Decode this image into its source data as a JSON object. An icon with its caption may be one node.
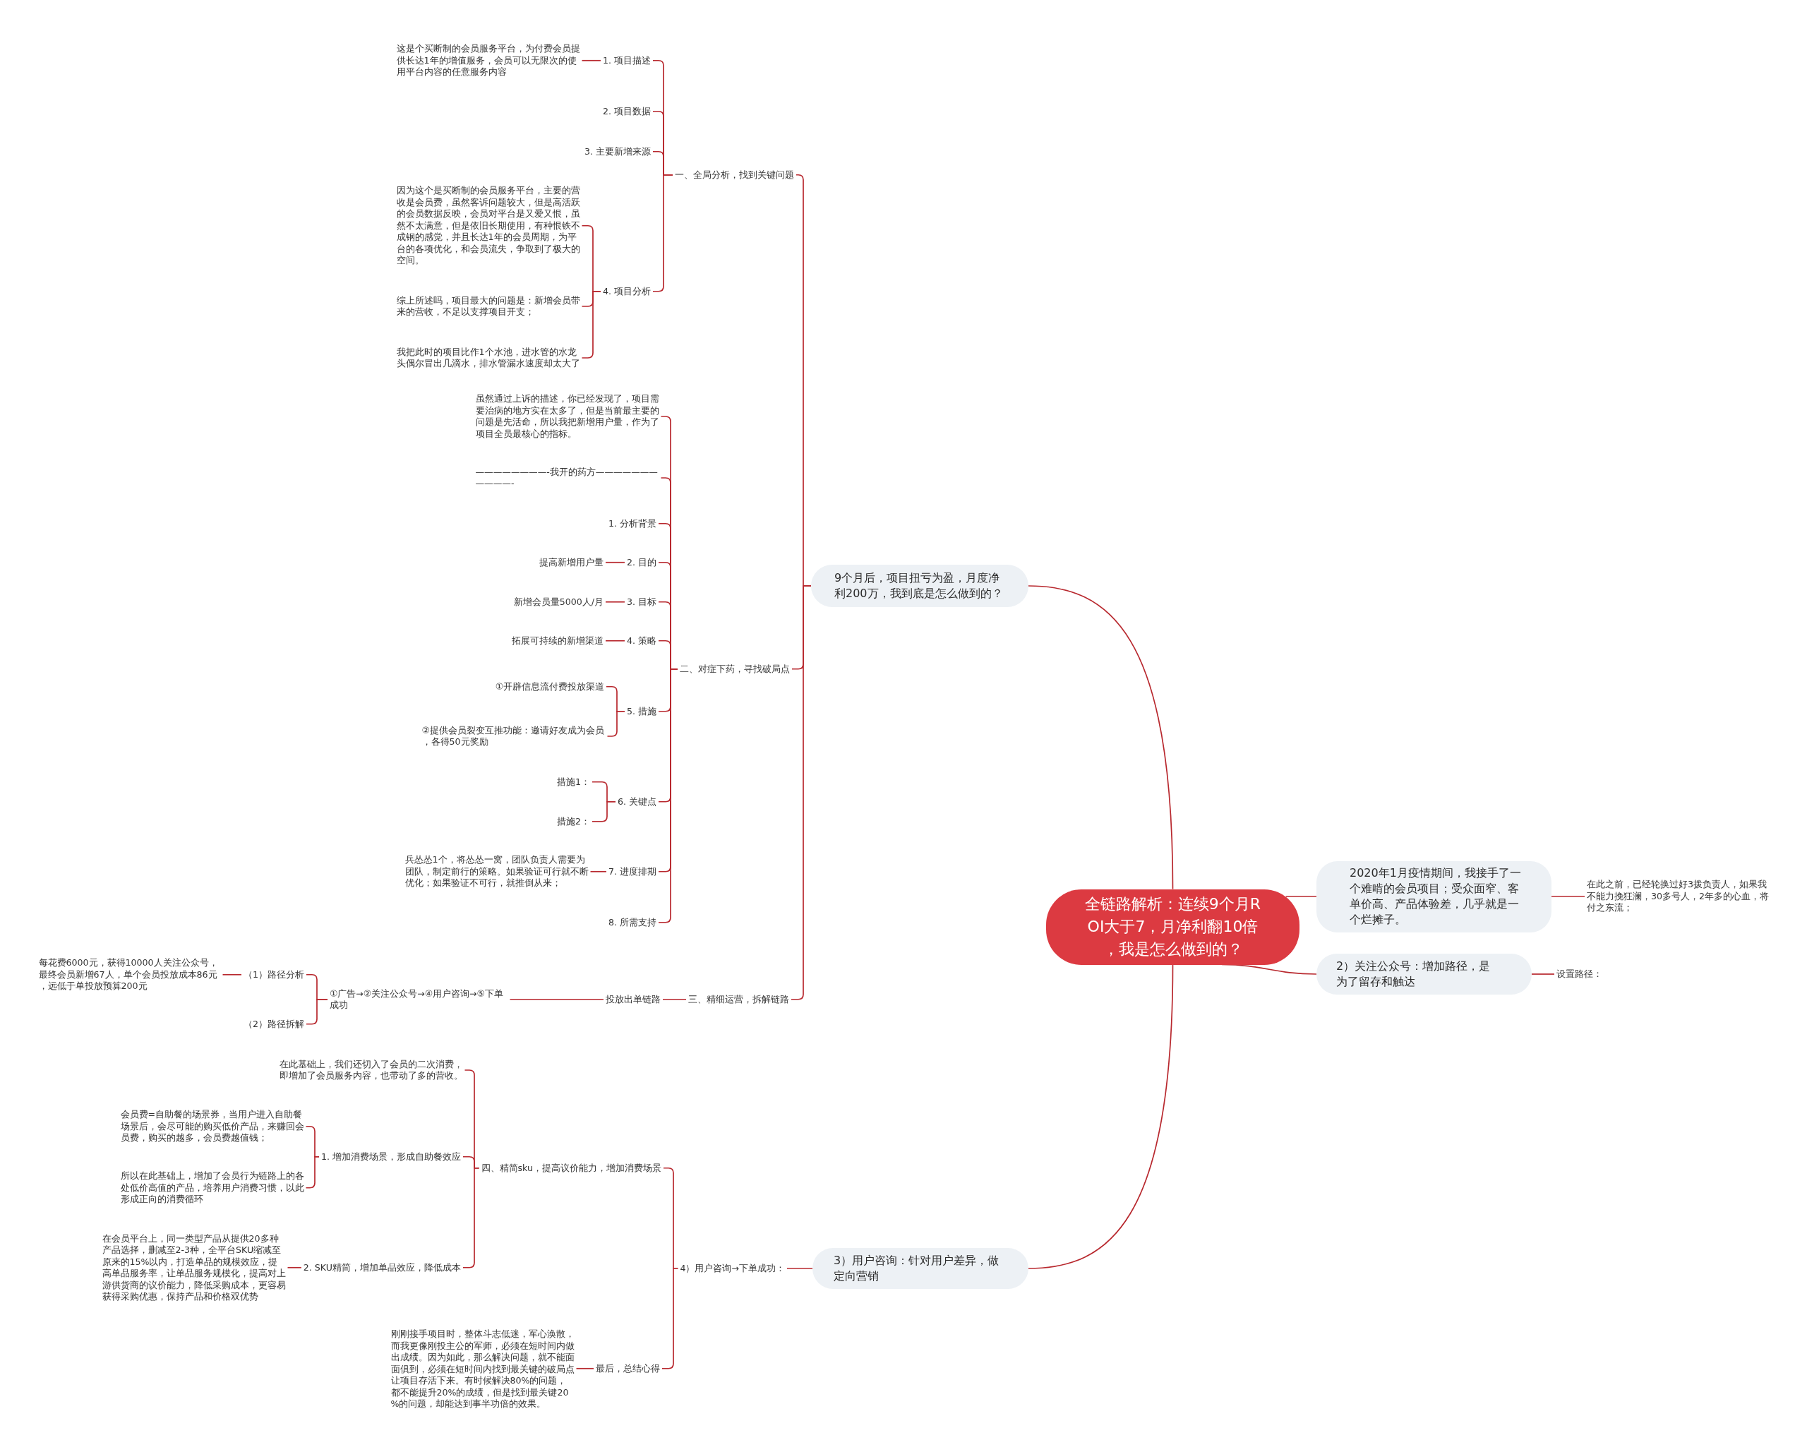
{
  "diagram": {
    "nodes": [
      {
        "text": [
          "全链路解析：连续9个月ROI大于7，月净利翻10倍，我是怎么做到的？"
        ]
      },
      {
        "text": [
          "9个月后，项目扭亏为盈，月度净利200万，我到底是怎么做到的？"
        ]
      },
      {
        "text": [
          "一、全局分析，找到关键问题"
        ]
      },
      {
        "text": [
          "1. 项目描述"
        ]
      },
      {
        "text": [
          "这是个买断制的会员服务平台，为付费会员提供长达1年的增值服务，会员可以无限次的使用平台内容的任意服务内容"
        ]
      },
      {
        "text": [
          "2. 项目数据"
        ]
      },
      {
        "text": [
          "3. 主要新增来源"
        ]
      },
      {
        "text": [
          "4. 项目分析"
        ]
      },
      {
        "text": [
          "因为这个是买断制的会员服务平台，主要的营收是会员费，虽然客诉问题较大，但是高活跃的会员数据反映，会员对平台是又爱又恨，虽然不太满意，但是依旧长期使用，有种恨铁不成钢的感觉，并且长达1年的会员周期，为平台的各项优化，和会员流失，争取到了极大的空间。"
        ]
      },
      {
        "text": [
          "综上所述吗，项目最大的问题是：新增会员带来的营收，不足以支撑项目开支；"
        ]
      },
      {
        "text": [
          "我把此时的项目比作1个水池，进水管的水龙头偶尔冒出几滴水，排水管漏水速度却太大了"
        ]
      },
      {
        "text": [
          "二、对症下药，寻找破局点"
        ]
      },
      {
        "text": [
          "虽然通过上诉的描述，你已经发现了，项目需要治病的地方实在太多了，但是当前最主要的问题是先活命，所以我把新增用户量，作为了项目全员最核心的指标。"
        ]
      },
      {
        "text": [
          "————————-我开的药方———————————-"
        ]
      },
      {
        "text": [
          "1. 分析背景"
        ]
      },
      {
        "text": [
          "2. 目的"
        ]
      },
      {
        "text": [
          "提高新增用户量"
        ]
      },
      {
        "text": [
          "3. 目标"
        ]
      },
      {
        "text": [
          "新增会员量5000人/月"
        ]
      },
      {
        "text": [
          "4. 策略"
        ]
      },
      {
        "text": [
          "拓展可持续的新增渠道"
        ]
      },
      {
        "text": [
          "5. 措施"
        ]
      },
      {
        "text": [
          "①开辟信息流付费投放渠道"
        ]
      },
      {
        "text": [
          "②提供会员裂变互推功能：邀请好友成为会员，各得50元奖励"
        ]
      },
      {
        "text": [
          "6. 关键点"
        ]
      },
      {
        "text": [
          "措施1："
        ]
      },
      {
        "text": [
          "措施2："
        ]
      },
      {
        "text": [
          "7. 进度排期"
        ]
      },
      {
        "text": [
          "兵怂怂1个，将怂怂一窝，团队负责人需要为团队，制定前行的策略。如果验证可行就不断优化；如果验证不可行，就推倒从来；"
        ]
      },
      {
        "text": [
          "8. 所需支持"
        ]
      },
      {
        "text": [
          "三、精细运营，拆解链路"
        ]
      },
      {
        "text": [
          "投放出单链路"
        ]
      },
      {
        "text": [
          "①广告→②关注公众号→④用户咨询→⑤下单成功"
        ]
      },
      {
        "text": [
          "（1）路径分析"
        ]
      },
      {
        "text": [
          "每花费6000元，获得10000人关注公众号，最终会员新增67人，单个会员投放成本86元，远低于单投放预算200元"
        ]
      },
      {
        "text": [
          "（2）路径拆解"
        ]
      },
      {
        "text": [
          "2020年1月疫情期间，我接手了一个难啃的会员项目；受众面窄、客单价高、产品体验差，几乎就是一个烂摊子。"
        ]
      },
      {
        "text": [
          "在此之前，已经轮换过好3拨负责人，如果我不能力挽狂澜，30多号人，2年多的心血，将付之东流；"
        ]
      },
      {
        "text": [
          "2）关注公众号：增加路径，是为了留存和触达"
        ]
      },
      {
        "text": [
          "设置路径："
        ]
      },
      {
        "text": [
          "3）用户咨询：针对用户差异，做定向营销"
        ]
      },
      {
        "text": [
          "4）用户咨询→下单成功："
        ]
      },
      {
        "text": [
          "四、精简sku，提高议价能力，增加消费场景"
        ]
      },
      {
        "text": [
          "在此基础上，我们还切入了会员的二次消费，即增加了会员服务内容，也带动了多的营收。"
        ]
      },
      {
        "text": [
          "1. 增加消费场景，形成自助餐效应"
        ]
      },
      {
        "text": [
          "会员费=自助餐的场景券，当用户进入自助餐场景后，会尽可能的购买低价产品，来赚回会员费，购买的越多，会员费越值钱；"
        ]
      },
      {
        "text": [
          "所以在此基础上，增加了会员行为链路上的各处低价高值的产品，培养用户消费习惯，以此形成正向的消费循环"
        ]
      },
      {
        "text": [
          "2. SKU精简，增加单品效应，降低成本"
        ]
      },
      {
        "text": [
          "在会员平台上，同一类型产品从提供20多种产品选择，删减至2-3种，全平台SKU缩减至原来的15%以内，打造单品的规模效应，提高单品服务率，让单品服务规模化，提高对上游供货商的议价能力，降低采购成本，更容易获得采购优惠，保持产品和价格双优势"
        ]
      },
      {
        "text": [
          "最后，总结心得"
        ]
      },
      {
        "text": [
          "刚刚接手项目时，整体斗志低迷，军心涣散，而我更像刚投主公的军师，必须在短时间内做出成绩。因为如此，那么解决问题，就不能面面俱到，必须在短时间内找到最关键的破局点让项目存活下来。有时候解决80%的问题，都不能提升20%的成绩，但是找到最关键20%的问题，却能达到事半功倍的效果。"
        ]
      }
    ],
    "edges": [
      {
        "from": 0,
        "to": 1,
        "arrow": "none"
      },
      {
        "from": 1,
        "to": 2,
        "arrow": "none"
      },
      {
        "from": 2,
        "to": 3,
        "arrow": "none"
      },
      {
        "from": 3,
        "to": 4,
        "arrow": "none"
      },
      {
        "from": 2,
        "to": 5,
        "arrow": "none"
      },
      {
        "from": 2,
        "to": 6,
        "arrow": "none"
      },
      {
        "from": 2,
        "to": 7,
        "arrow": "none"
      },
      {
        "from": 7,
        "to": 8,
        "arrow": "none"
      },
      {
        "from": 7,
        "to": 9,
        "arrow": "none"
      },
      {
        "from": 7,
        "to": 10,
        "arrow": "none"
      },
      {
        "from": 1,
        "to": 11,
        "arrow": "none"
      },
      {
        "from": 11,
        "to": 12,
        "arrow": "none"
      },
      {
        "from": 11,
        "to": 13,
        "arrow": "none"
      },
      {
        "from": 11,
        "to": 14,
        "arrow": "none"
      },
      {
        "from": 11,
        "to": 15,
        "arrow": "none"
      },
      {
        "from": 15,
        "to": 16,
        "arrow": "none"
      },
      {
        "from": 11,
        "to": 17,
        "arrow": "none"
      },
      {
        "from": 17,
        "to": 18,
        "arrow": "none"
      },
      {
        "from": 11,
        "to": 19,
        "arrow": "none"
      },
      {
        "from": 19,
        "to": 20,
        "arrow": "none"
      },
      {
        "from": 11,
        "to": 21,
        "arrow": "none"
      },
      {
        "from": 21,
        "to": 22,
        "arrow": "none"
      },
      {
        "from": 21,
        "to": 23,
        "arrow": "none"
      },
      {
        "from": 11,
        "to": 24,
        "arrow": "none"
      },
      {
        "from": 24,
        "to": 25,
        "arrow": "none"
      },
      {
        "from": 24,
        "to": 26,
        "arrow": "none"
      },
      {
        "from": 11,
        "to": 27,
        "arrow": "none"
      },
      {
        "from": 27,
        "to": 28,
        "arrow": "none"
      },
      {
        "from": 11,
        "to": 29,
        "arrow": "none"
      },
      {
        "from": 1,
        "to": 30,
        "arrow": "none"
      },
      {
        "from": 30,
        "to": 31,
        "arrow": "none"
      },
      {
        "from": 31,
        "to": 32,
        "arrow": "none"
      },
      {
        "from": 32,
        "to": 33,
        "arrow": "none"
      },
      {
        "from": 33,
        "to": 34,
        "arrow": "none"
      },
      {
        "from": 32,
        "to": 35,
        "arrow": "none"
      },
      {
        "from": 0,
        "to": 36,
        "arrow": "none"
      },
      {
        "from": 36,
        "to": 37,
        "arrow": "none"
      },
      {
        "from": 0,
        "to": 38,
        "arrow": "none"
      },
      {
        "from": 38,
        "to": 39,
        "arrow": "none"
      },
      {
        "from": 0,
        "to": 40,
        "arrow": "none"
      },
      {
        "from": 40,
        "to": 41,
        "arrow": "none"
      },
      {
        "from": 41,
        "to": 42,
        "arrow": "none"
      },
      {
        "from": 42,
        "to": 43,
        "arrow": "none"
      },
      {
        "from": 42,
        "to": 44,
        "arrow": "none"
      },
      {
        "from": 44,
        "to": 45,
        "arrow": "none"
      },
      {
        "from": 44,
        "to": 46,
        "arrow": "none"
      },
      {
        "from": 42,
        "to": 47,
        "arrow": "none"
      },
      {
        "from": 47,
        "to": 48,
        "arrow": "none"
      },
      {
        "from": 41,
        "to": 49,
        "arrow": "none"
      },
      {
        "from": 49,
        "to": 50,
        "arrow": "none"
      }
    ]
  }
}
